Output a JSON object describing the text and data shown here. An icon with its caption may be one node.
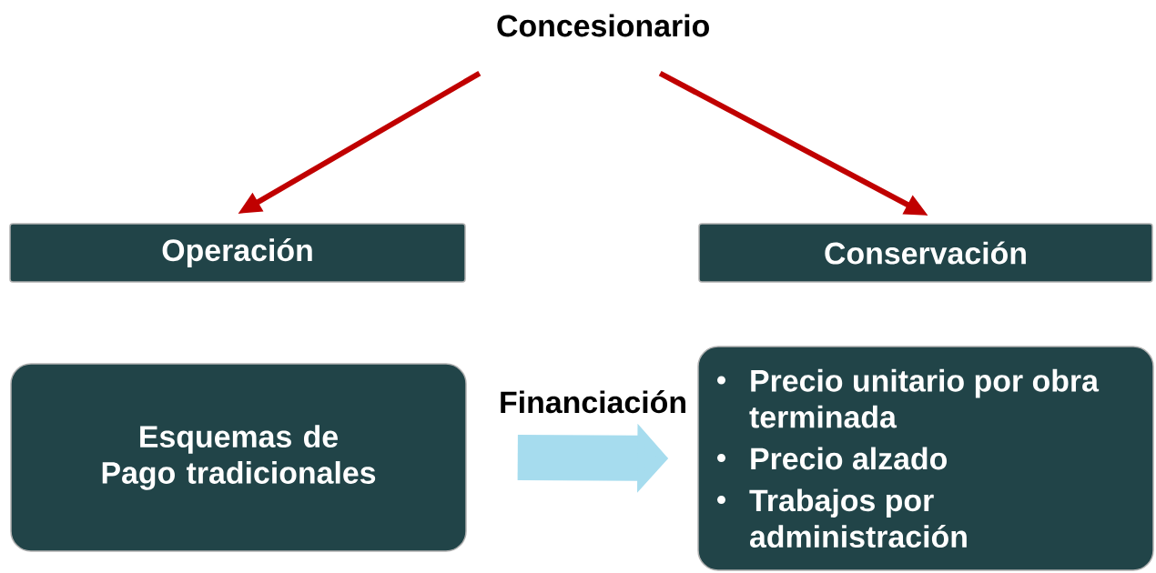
{
  "diagram": {
    "nodes": [
      {
        "text": [
          "Concesionario"
        ]
      },
      {
        "text": [
          "Operación"
        ]
      },
      {
        "text": [
          "Conservación"
        ]
      },
      {
        "text": [
          "Esquemas de Pago tradicionales"
        ]
      },
      {
        "text": [
          "Precio unitario por obra terminada",
          "Precio alzado",
          "Trabajos por administración"
        ]
      }
    ],
    "edges": [
      {
        "from": 0,
        "to": 1,
        "arrow": "to"
      },
      {
        "from": 0,
        "to": 2,
        "arrow": "to"
      },
      {
        "from": 3,
        "to": 4,
        "arrow": "to",
        "label": "Financiación",
        "style": "thick",
        "color": "#a6dcee"
      }
    ]
  }
}
